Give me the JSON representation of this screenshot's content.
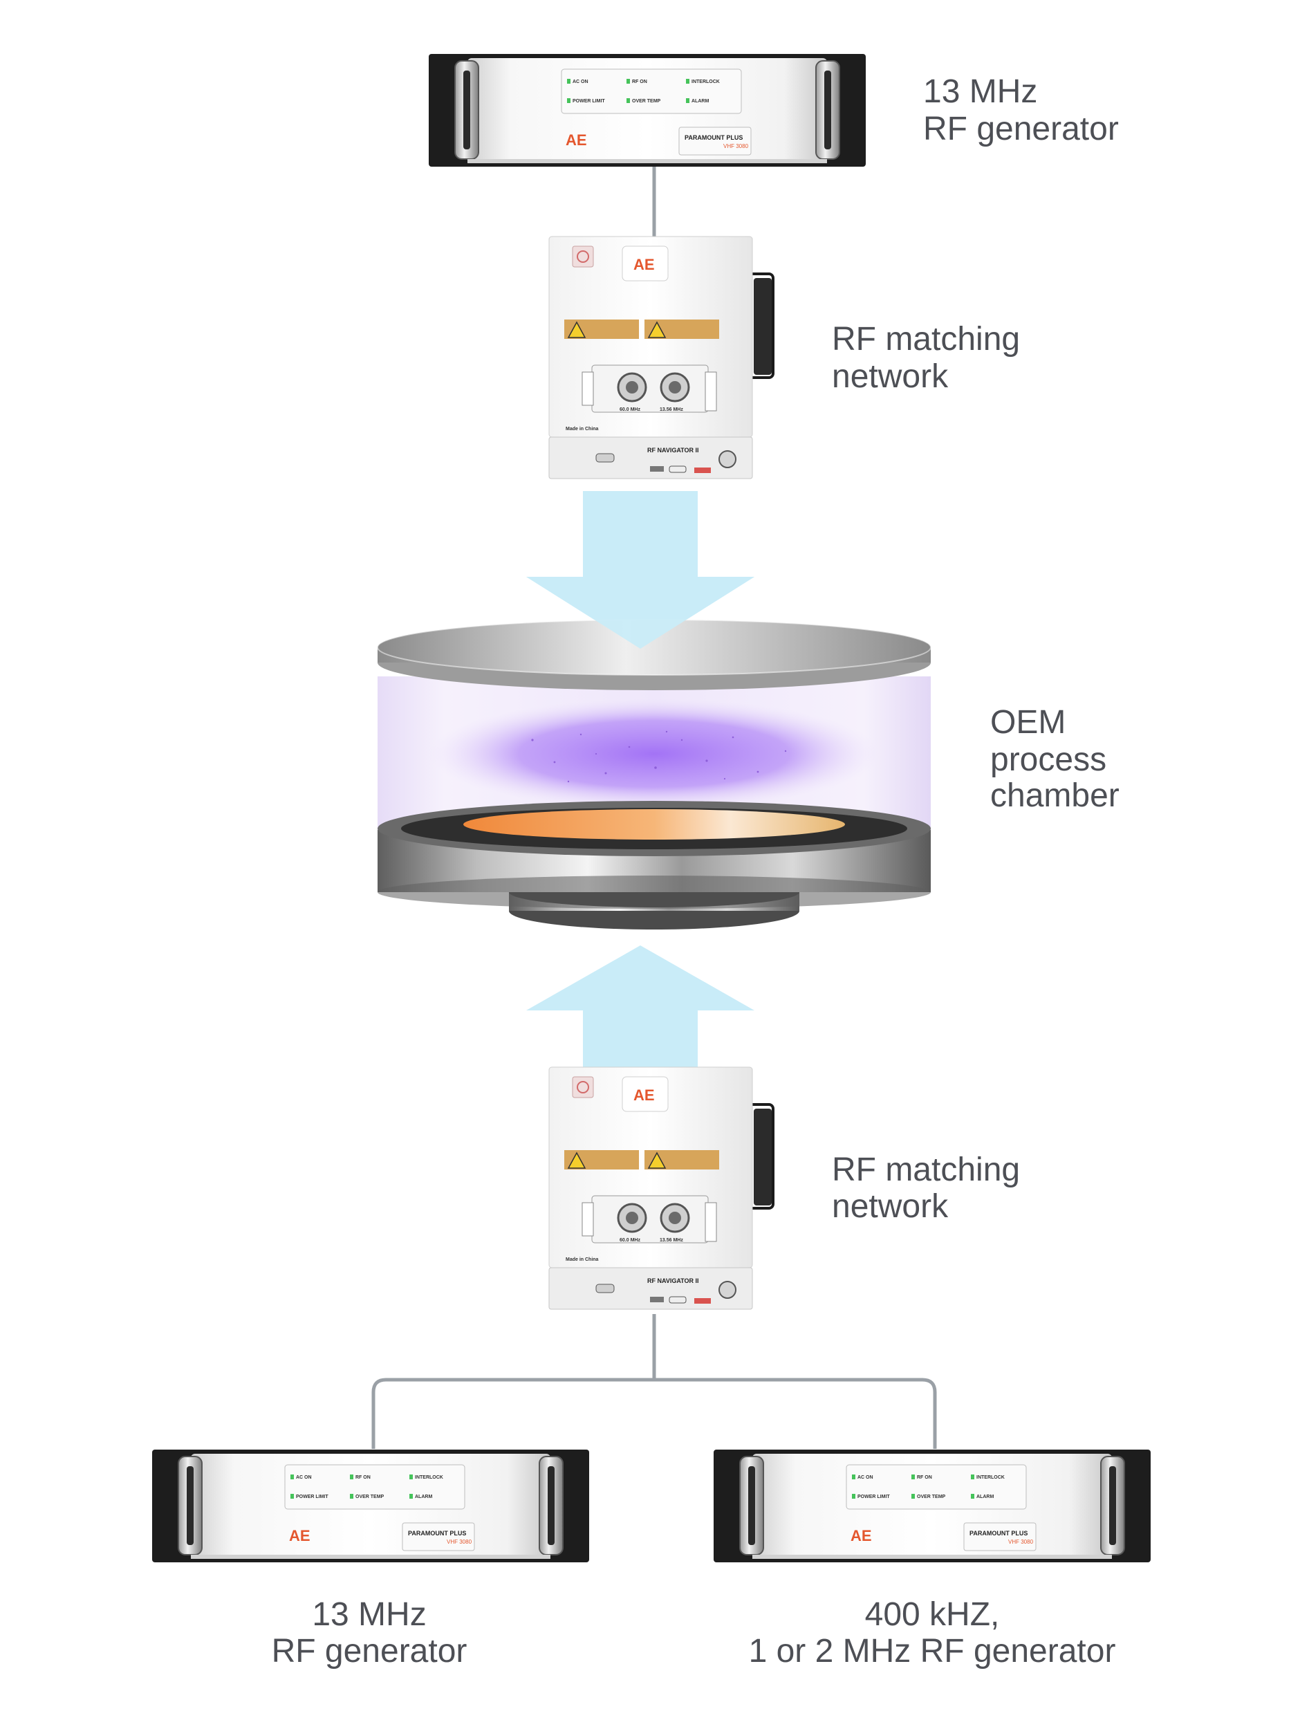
{
  "labels": {
    "top_generator": [
      "13 MHz",
      "RF generator"
    ],
    "top_match": [
      "RF matching",
      "network"
    ],
    "chamber": [
      "OEM",
      "process",
      "chamber"
    ],
    "bottom_match": [
      "RF matching",
      "network"
    ],
    "bottom_left_generator": [
      "13 MHz",
      "RF generator"
    ],
    "bottom_right_generator": [
      "400 kHZ,",
      "1 or 2 MHz RF generator"
    ]
  },
  "generator_panel": {
    "indicators": [
      "AC ON",
      "RF ON",
      "INTERLOCK",
      "POWER LIMIT",
      "OVER TEMP",
      "ALARM"
    ],
    "brand": "PARAMOUNT PLUS",
    "model": "VHF 3080",
    "logo": "AE"
  },
  "match_panel": {
    "logo": "AE",
    "connector_left": "60.0 MHz",
    "connector_right": "13.56 MHz",
    "made_in": "Made in China",
    "brand": "RF NAVIGATOR II"
  },
  "colors": {
    "arrow": "#c9ecf8",
    "wire": "#9aa0a6",
    "label": "#4d4f55",
    "indicator_led": "#45c35a",
    "logo_red": "#e4572e",
    "plasma": "#b48cf7"
  }
}
